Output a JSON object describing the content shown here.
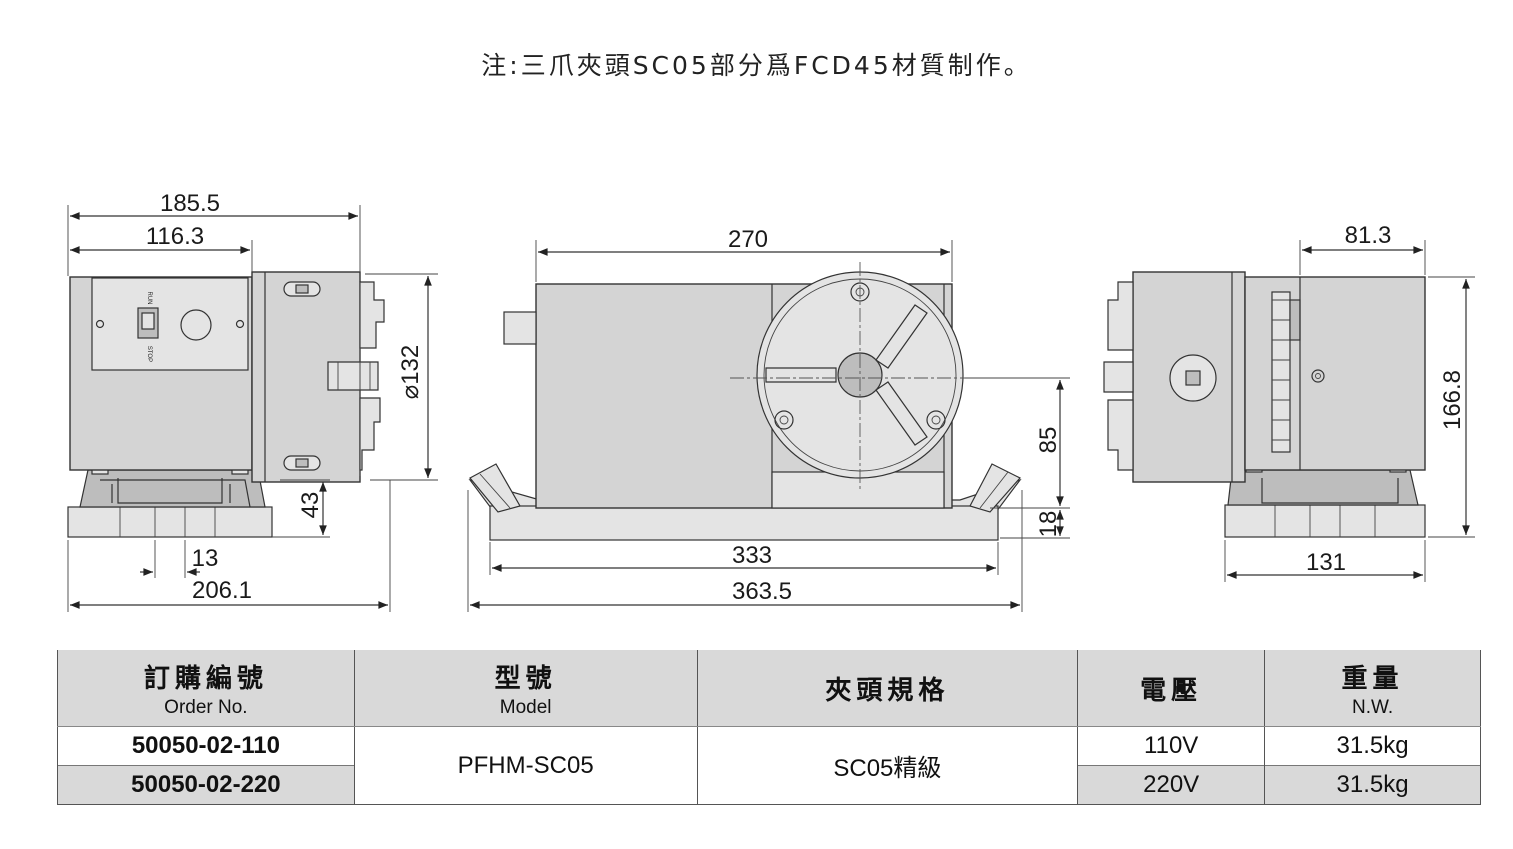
{
  "note": "注:三爪夾頭SC05部分爲FCD45材質制作。",
  "left_view": {
    "dims": {
      "d1": "185.5",
      "d2": "116.3",
      "dia": "⌀132",
      "h43": "43",
      "w13": "13",
      "w2061": "206.1"
    },
    "switch": {
      "run": "RUN",
      "stop": "STOP"
    }
  },
  "front_view": {
    "dims": {
      "w270": "270",
      "h85": "85",
      "h18": "18",
      "w333": "333",
      "w3635": "363.5"
    }
  },
  "right_view": {
    "dims": {
      "w813": "81.3",
      "h1668": "166.8",
      "w131": "131"
    }
  },
  "table": {
    "headers": [
      {
        "zh": "訂購編號",
        "en": "Order No."
      },
      {
        "zh": "型號",
        "en": "Model"
      },
      {
        "zh": "夾頭規格",
        "en": ""
      },
      {
        "zh": "電壓",
        "en": ""
      },
      {
        "zh": "重量",
        "en": "N.W."
      }
    ],
    "model": "PFHM-SC05",
    "chuck": "SC05精級",
    "rows": [
      {
        "order": "50050-02-110",
        "voltage": "110V",
        "weight": "31.5kg"
      },
      {
        "order": "50050-02-220",
        "voltage": "220V",
        "weight": "31.5kg"
      }
    ]
  }
}
